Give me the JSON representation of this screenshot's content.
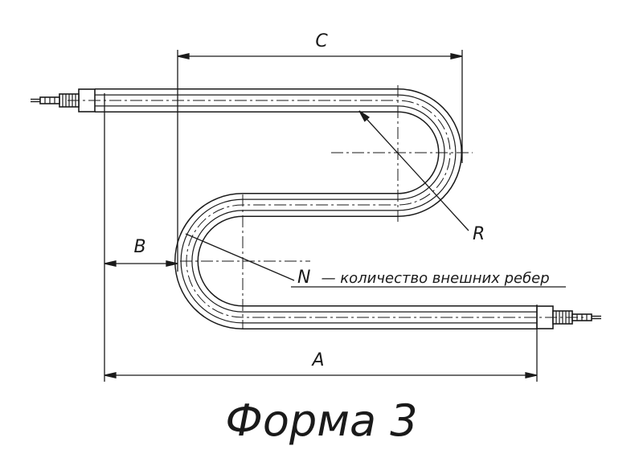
{
  "title": "Форма 3",
  "labels": {
    "c": "C",
    "a": "A",
    "b": "B",
    "r": "R",
    "n_letter": "N",
    "n_text": "— количество внешних ребер"
  },
  "colors": {
    "ink": "#1a1a1a",
    "background": "#ffffff"
  }
}
